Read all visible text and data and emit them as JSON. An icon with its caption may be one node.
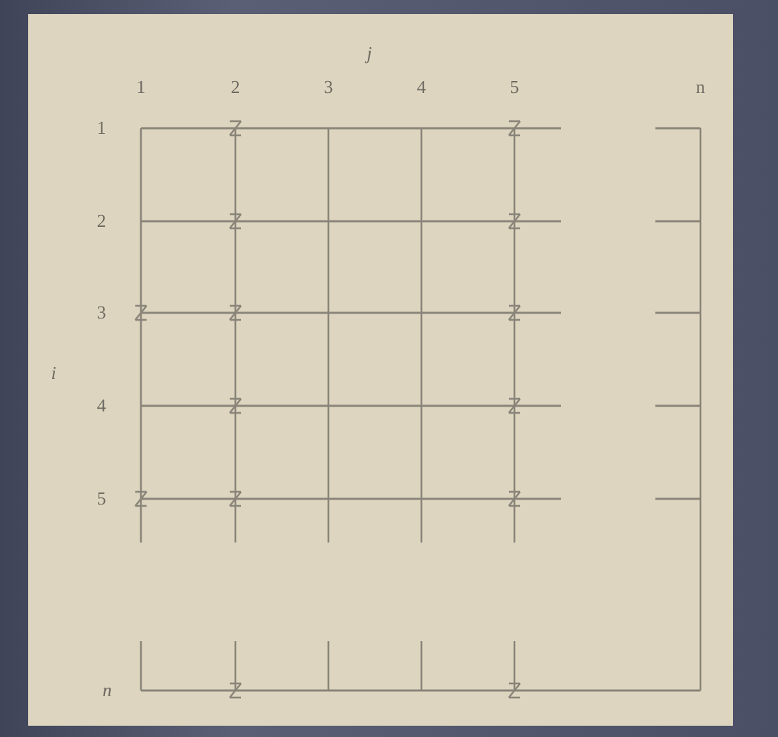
{
  "diagram": {
    "labels": [
      "j",
      "1",
      "2",
      "3",
      "4",
      "5",
      "n",
      "1",
      "2",
      "3",
      "i",
      "4",
      "5",
      "n"
    ]
  }
}
